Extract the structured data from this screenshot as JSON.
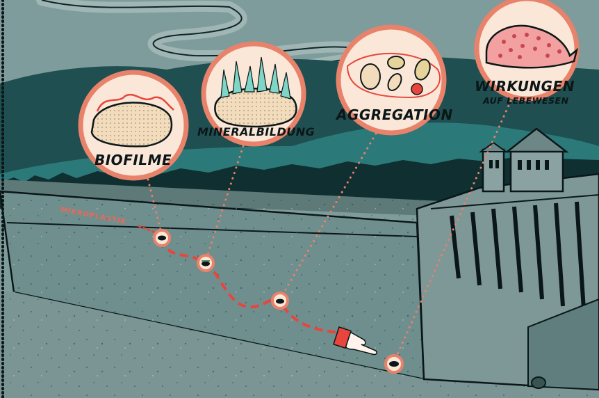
{
  "stages": [
    {
      "key": "biofilme",
      "label": "BIOFILME"
    },
    {
      "key": "mineral",
      "label": "MINERALBILDUNG"
    },
    {
      "key": "aggregation",
      "label": "AGGREGATION"
    },
    {
      "key": "wirkungen",
      "label": "WIRKUNGEN",
      "sublabel": "AUF LEBEWESEN"
    }
  ],
  "path_label": "MIKROPLASTIK",
  "colors": {
    "sky": "#7e9c9b",
    "hills_dark": "#1f4f50",
    "hills_teal": "#2b7a79",
    "water": "#6f8f8e",
    "bubble_fill": "#fbe7d7",
    "bubble_ring": "#e9826b",
    "accent_red": "#e8453c",
    "ink": "#0b1618"
  },
  "icons": [
    "biofilm-rock-icon",
    "crystal-rock-icon",
    "aggregate-particles-icon",
    "snail-organism-icon",
    "pointing-hand-icon",
    "dam-tower-icon"
  ]
}
